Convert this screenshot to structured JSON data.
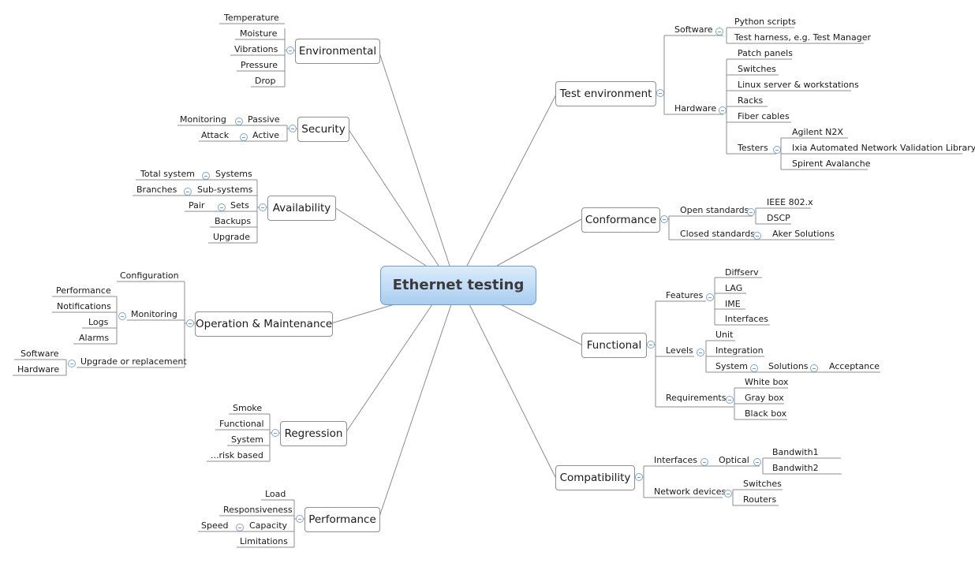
{
  "center": "Ethernet testing",
  "branches": {
    "environmental": {
      "label": "Environmental",
      "children": [
        "Temperature",
        "Moisture",
        "Vibrations",
        "Pressure",
        "Drop"
      ]
    },
    "security": {
      "label": "Security",
      "passive": "Passive",
      "monitoring": "Monitoring",
      "active": "Active",
      "attack": "Attack"
    },
    "availability": {
      "label": "Availability",
      "systems": "Systems",
      "total_system": "Total system",
      "subsystems": "Sub-systems",
      "branches": "Branches",
      "sets": "Sets",
      "pair": "Pair",
      "backups": "Backups",
      "upgrade": "Upgrade"
    },
    "operation": {
      "label": "Operation & Maintenance",
      "configuration": "Configuration",
      "monitoring": "Monitoring",
      "monitoring_children": [
        "Performance",
        "Notifications",
        "Logs",
        "Alarms"
      ],
      "upgrade_replacement": "Upgrade or replacement",
      "upgrade_children": [
        "Software",
        "Hardware"
      ]
    },
    "regression": {
      "label": "Regression",
      "children": [
        "Smoke",
        "Functional",
        "System",
        "...risk based"
      ]
    },
    "performance": {
      "label": "Performance",
      "load": "Load",
      "responsiveness": "Responsiveness",
      "capacity": "Capacity",
      "speed": "Speed",
      "limitations": "Limitations"
    },
    "test_env": {
      "label": "Test environment",
      "software": "Software",
      "software_children": [
        "Python scripts",
        "Test harness, e.g. Test Manager"
      ],
      "hardware": "Hardware",
      "hardware_children": [
        "Patch panels",
        "Switches",
        "Linux server & workstations",
        "Racks",
        "Fiber cables"
      ],
      "testers": "Testers",
      "testers_children": [
        "Agilent N2X",
        "Ixia Automated Network Validation Library",
        "Spirent Avalanche"
      ]
    },
    "conformance": {
      "label": "Conformance",
      "open": "Open standards",
      "open_children": [
        "IEEE 802.x",
        "DSCP"
      ],
      "closed": "Closed standards",
      "closed_children": [
        "Aker Solutions"
      ]
    },
    "functional": {
      "label": "Functional",
      "features": "Features",
      "features_children": [
        "Diffserv",
        "LAG",
        "IME",
        "Interfaces"
      ],
      "levels": "Levels",
      "unit": "Unit",
      "integration": "Integration",
      "system": "System",
      "solutions": "Solutions",
      "acceptance": "Acceptance",
      "requirements": "Requirements",
      "requirements_children": [
        "White box",
        "Gray box",
        "Black box"
      ]
    },
    "compatibility": {
      "label": "Compatibility",
      "interfaces": "Interfaces",
      "optical": "Optical",
      "optical_children": [
        "Bandwith1",
        "Bandwith2"
      ],
      "network_devices": "Network devices",
      "network_children": [
        "Switches",
        "Routers"
      ]
    }
  }
}
